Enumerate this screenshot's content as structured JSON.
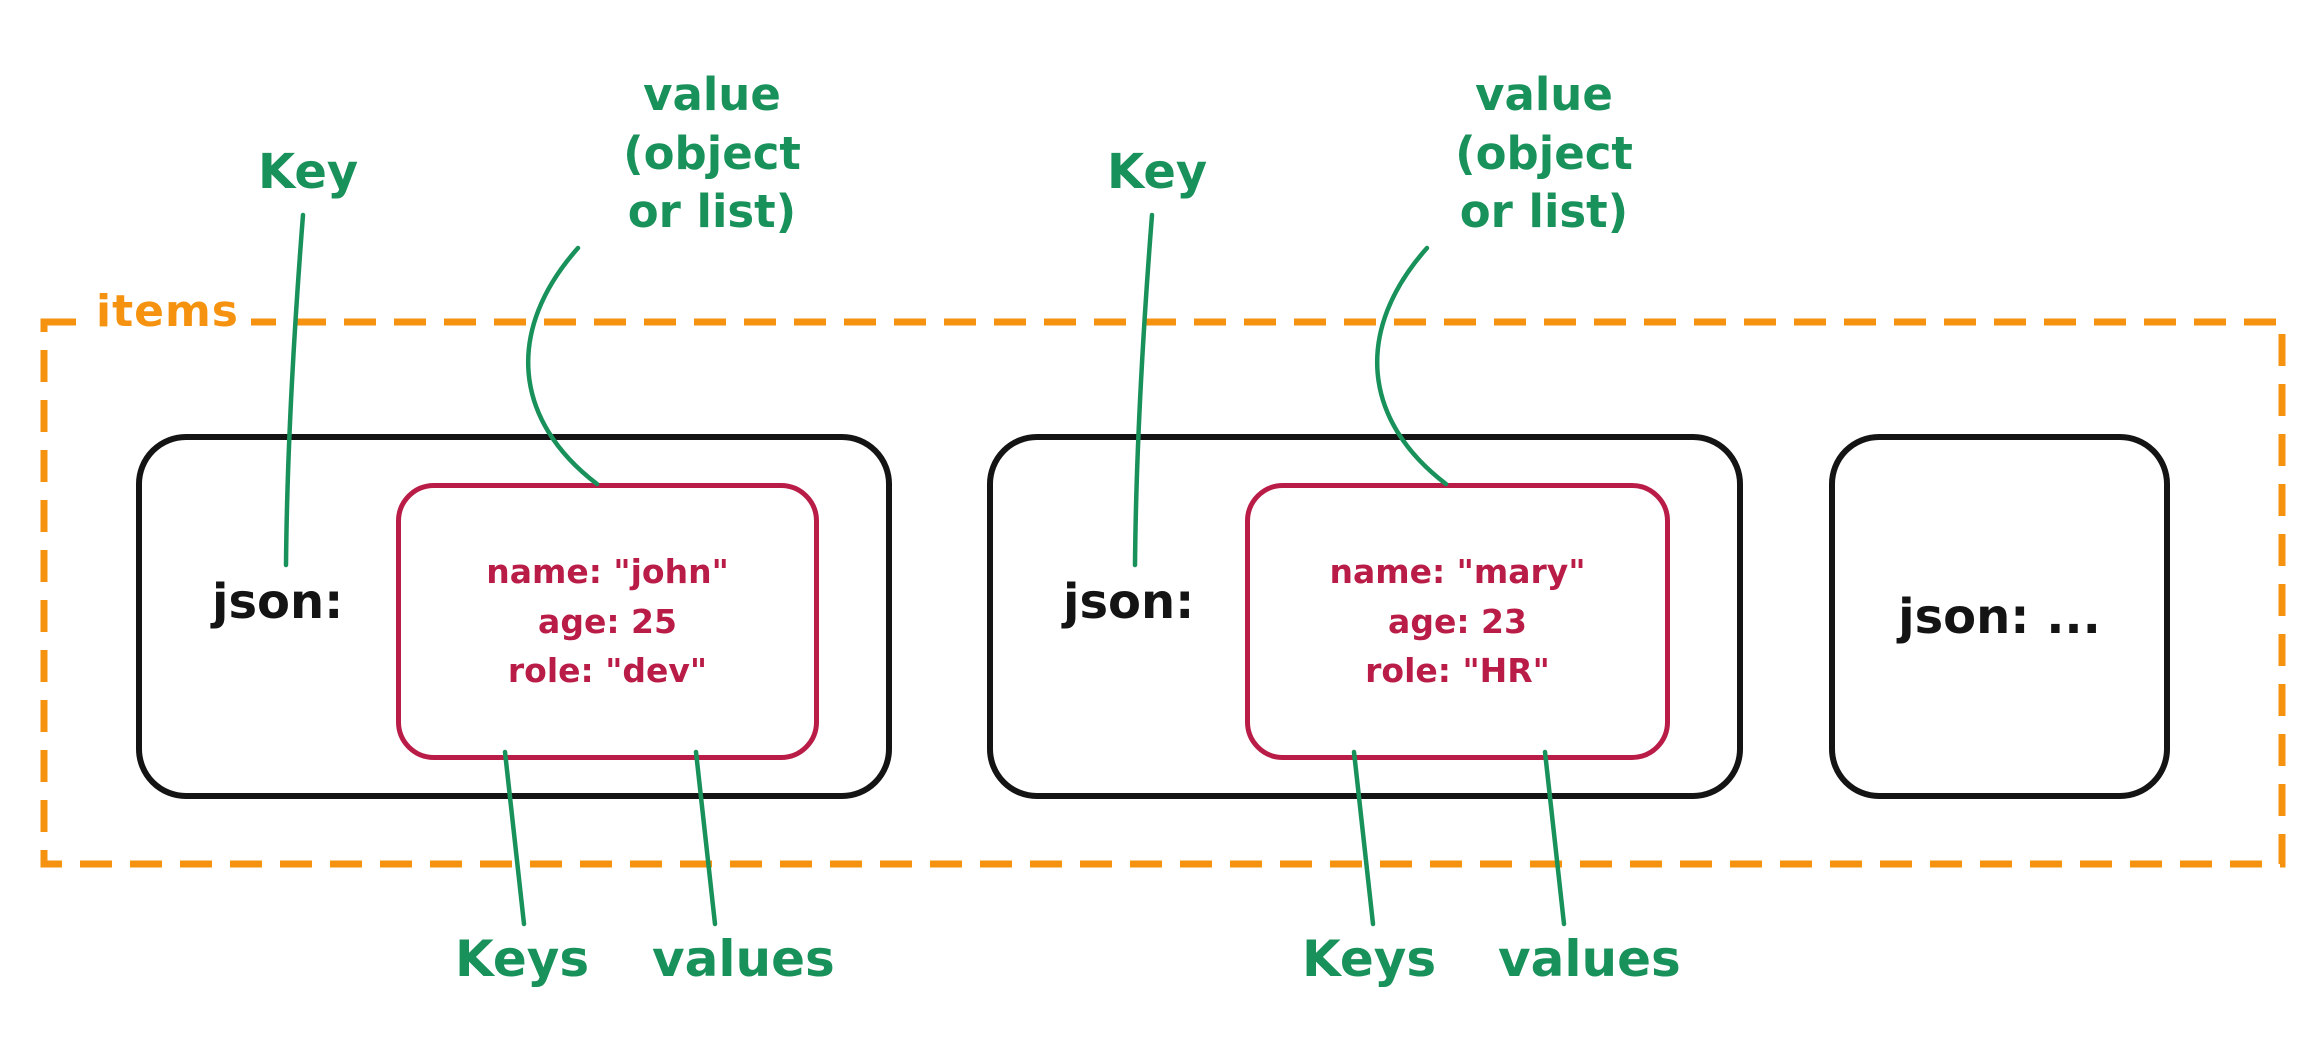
{
  "diagram": {
    "items_label": "items",
    "key_annotation": "Key",
    "value_annotation": "value\n(object\nor list)",
    "keys_annotation": "Keys",
    "values_annotation": "values",
    "records": [
      {
        "key": "json:",
        "fields": [
          "name: \"john\"",
          "age: 25",
          "role: \"dev\""
        ]
      },
      {
        "key": "json:",
        "fields": [
          "name: \"mary\"",
          "age: 23",
          "role: \"HR\""
        ]
      },
      {
        "key": "json:  ..."
      }
    ],
    "colors": {
      "green": "#18915a",
      "orange": "#f5920f",
      "crimson": "#b91d47",
      "ink": "#141414"
    }
  }
}
